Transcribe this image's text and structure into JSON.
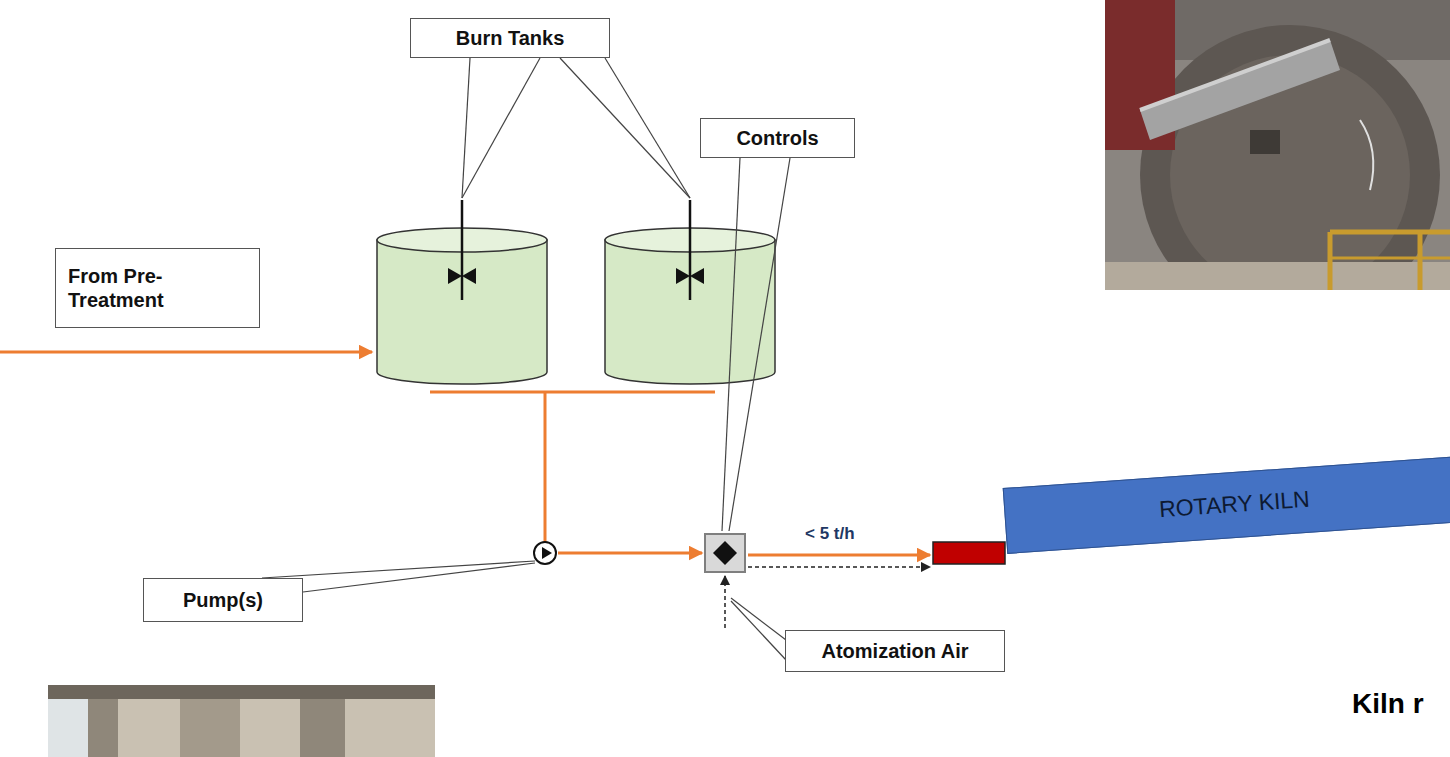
{
  "diagram": {
    "nodes": [
      {
        "text": [
          "Burn Tanks"
        ]
      },
      {
        "text": [
          "From Pre- Treatment"
        ]
      },
      {
        "text": [
          "Controls"
        ]
      },
      {
        "text": [
          "Pump(s)"
        ]
      },
      {
        "text": [
          "Atomization Air"
        ]
      },
      {
        "text": [
          "ROTARY KILN"
        ]
      }
    ],
    "labels": [
      "< 5 t/h",
      "Kiln r"
    ]
  }
}
